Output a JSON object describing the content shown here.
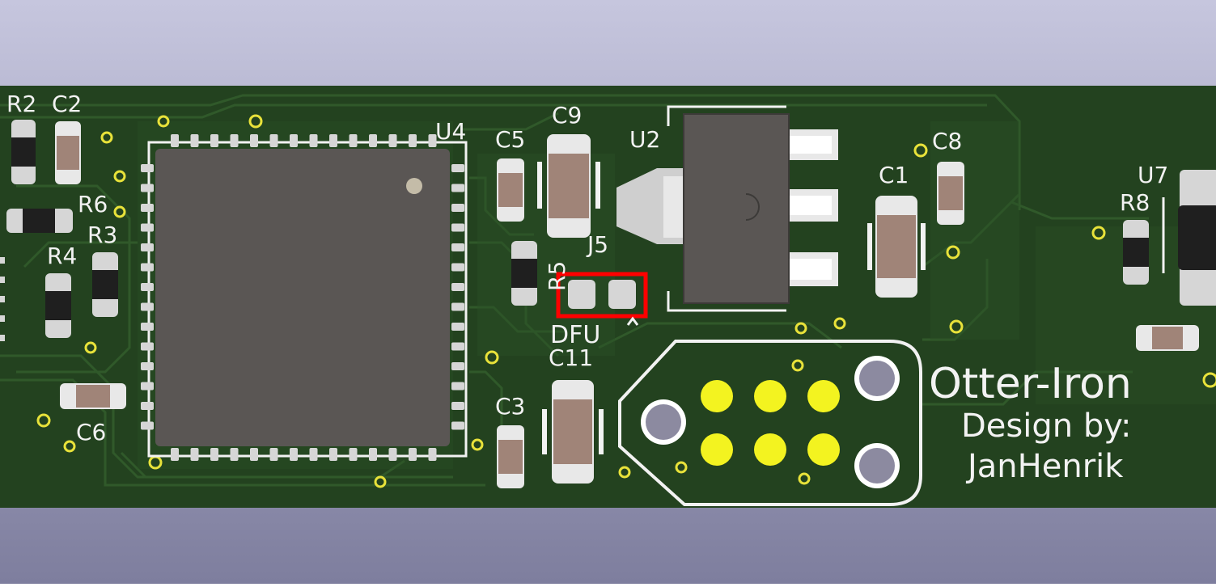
{
  "colors": {
    "bg_top": "#c4c4dc",
    "bg_bottom": "#8080a0",
    "board": "#23421f",
    "trace": "#2f5a29",
    "silkscreen": "#f2f2f2",
    "pad_silver": "#d6d6d6",
    "pad_gold": "#f3f320",
    "chip": "#5a5654",
    "chip_dark": "#3c3a38",
    "ceramic": "#a08478",
    "highlight": "#ff0000",
    "hole": "#8c8aa0"
  },
  "designators": {
    "R2": "R2",
    "C2": "C2",
    "R6": "R6",
    "R3": "R3",
    "R4": "R4",
    "C6": "C6",
    "U4": "U4",
    "C5": "C5",
    "C9": "C9",
    "U2": "U2",
    "C8": "C8",
    "C1": "C1",
    "J5": "J5",
    "R5": "R5",
    "C11": "C11",
    "C3": "C3",
    "U7": "U7",
    "R8": "R8"
  },
  "silkscreen": {
    "dfu_label": "DFU",
    "title": "Otter-Iron",
    "design_by": "Design by:",
    "author": "JanHenrik"
  },
  "icons": {
    "programming_header": "hexagon-pad-header-icon",
    "mcu": "qfn-chip-icon",
    "regulator": "dpak-regulator-icon"
  }
}
